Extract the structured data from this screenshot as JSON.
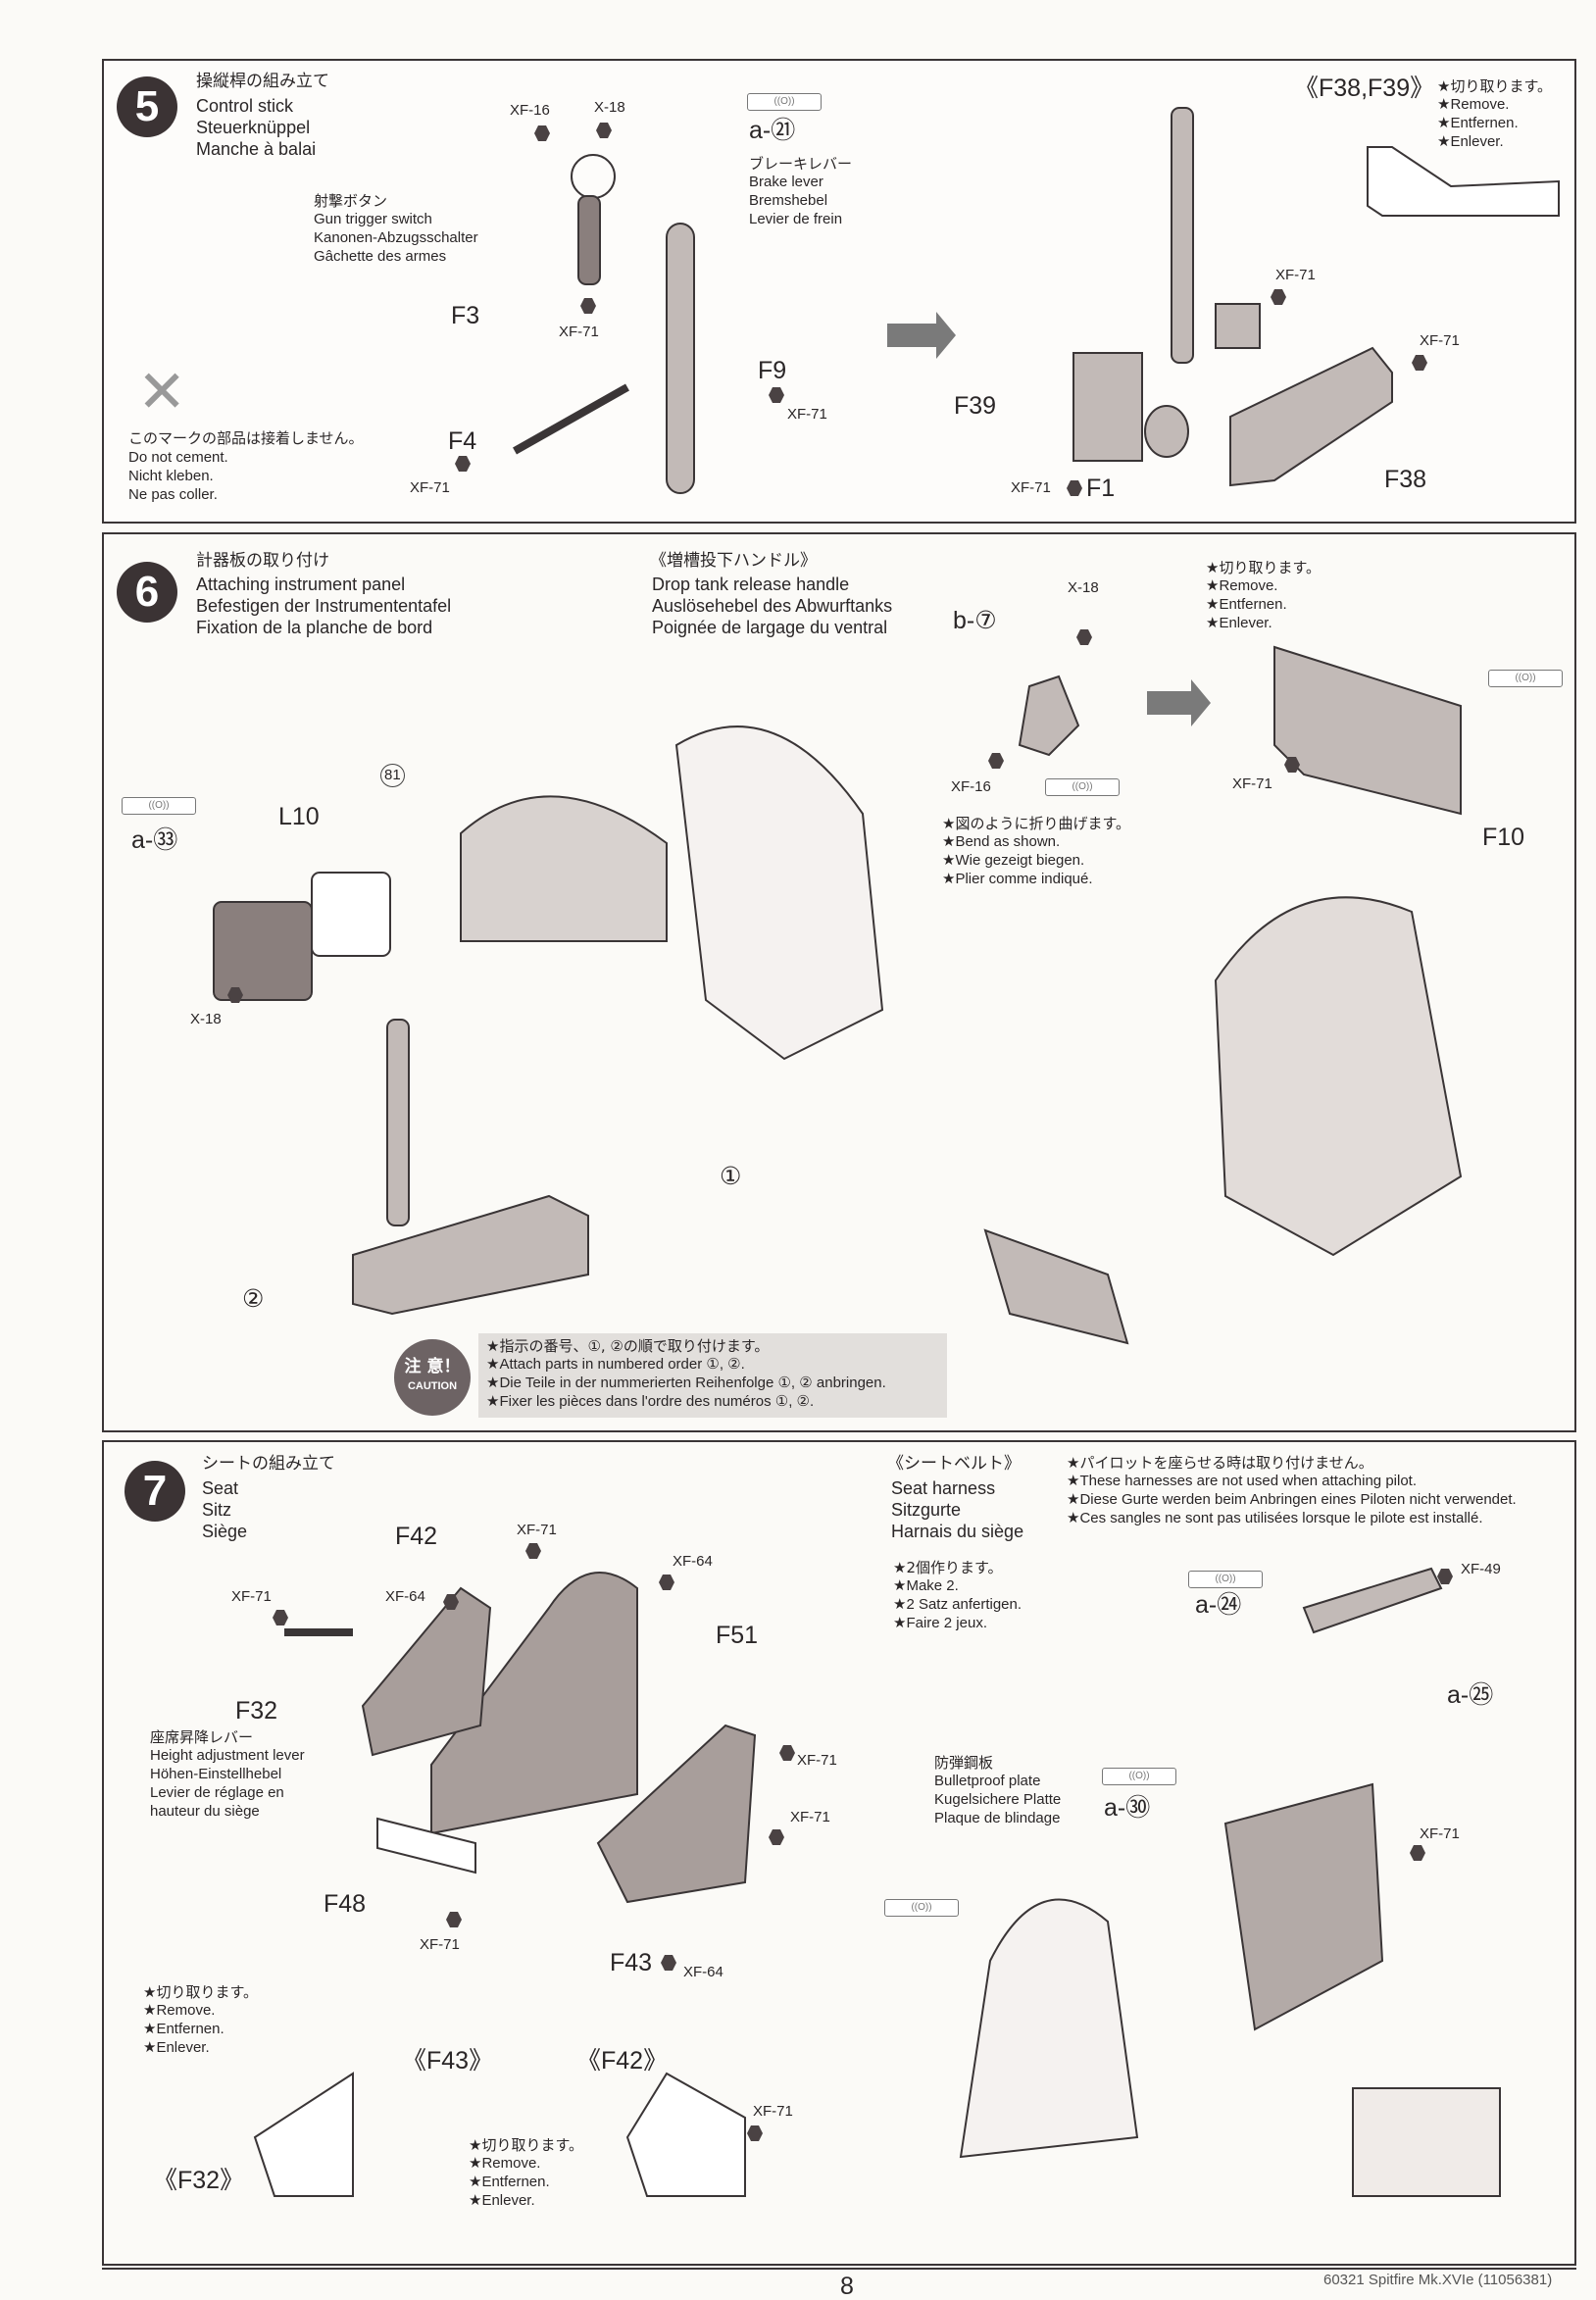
{
  "step5": {
    "number": "5",
    "title_jp": "操縦桿の組み立て",
    "title_en": "Control stick",
    "title_de": "Steuerknüppel",
    "title_fr": "Manche à balai",
    "gun_jp": "射撃ボタン",
    "gun_en": "Gun trigger switch",
    "gun_de": "Kanonen-Abzugsschalter",
    "gun_fr": "Gâchette des armes",
    "paint_xf16": "XF-16",
    "paint_x18": "X-18",
    "decal_a21": "a-㉑",
    "brake_jp": "ブレーキレバー",
    "brake_en": "Brake lever",
    "brake_de": "Bremshebel",
    "brake_fr": "Levier de frein",
    "part_f3": "F3",
    "part_f9": "F9",
    "part_f4": "F4",
    "part_f39": "F39",
    "part_f38": "F38",
    "part_f1": "F1",
    "xf71": "XF-71",
    "nocement_jp": "このマークの部品は接着しません。",
    "nocement_en": "Do not cement.",
    "nocement_de": "Nicht kleben.",
    "nocement_fr": "Ne pas coller.",
    "detail_title": "《F38,F39》",
    "remove_jp": "★切り取ります。",
    "remove_en": "★Remove.",
    "remove_de": "★Entfernen.",
    "remove_fr": "★Enlever."
  },
  "step6": {
    "number": "6",
    "title_jp": "計器板の取り付け",
    "title_en": "Attaching instrument panel",
    "title_de": "Befestigen der Instrumententafel",
    "title_fr": "Fixation de la planche de bord",
    "drop_jp": "《増槽投下ハンドル》",
    "drop_en": "Drop tank release handle",
    "drop_de": "Auslösehebel des Abwurftanks",
    "drop_fr": "Poignée de largage du ventral",
    "decal_b7": "b-⑦",
    "paint_x18": "X-18",
    "paint_xf16": "XF-16",
    "xf71": "XF-71",
    "bend_jp": "★図のように折り曲げます。",
    "bend_en": "★Bend as shown.",
    "bend_de": "★Wie gezeigt biegen.",
    "bend_fr": "★Plier comme indiqué.",
    "remove_jp": "★切り取ります。",
    "remove_en": "★Remove.",
    "remove_de": "★Entfernen.",
    "remove_fr": "★Enlever.",
    "part_f10": "F10",
    "part_l10": "L10",
    "decal_81": "81",
    "decal_a33": "a-㉝",
    "order1": "①",
    "order2": "②",
    "caution_jp_badge": "注 意！",
    "caution_badge": "CAUTION",
    "caution_jp": "★指示の番号、①, ②の順で取り付けます。",
    "caution_en": "★Attach parts in numbered order ①, ②.",
    "caution_de": "★Die Teile in der nummerierten Reihenfolge ①, ② anbringen.",
    "caution_fr": "★Fixer les pièces dans l'ordre des numéros ①, ②."
  },
  "step7": {
    "number": "7",
    "title_jp": "シートの組み立て",
    "title_en": "Seat",
    "title_de": "Sitz",
    "title_fr": "Siège",
    "part_f42": "F42",
    "part_f51": "F51",
    "part_f32": "F32",
    "part_f48": "F48",
    "part_f43": "F43",
    "xf71": "XF-71",
    "xf64": "XF-64",
    "xf49": "XF-49",
    "lever_jp": "座席昇降レバー",
    "lever_en": "Height adjustment lever",
    "lever_de": "Höhen-Einstellhebel",
    "lever_fr1": "Levier de réglage en",
    "lever_fr2": "hauteur du siège",
    "remove_jp": "★切り取ります。",
    "remove_en": "★Remove.",
    "remove_de": "★Entfernen.",
    "remove_fr": "★Enlever.",
    "detail_f43": "《F43》",
    "detail_f42": "《F42》",
    "detail_f32": "《F32》",
    "harness_jp": "《シートベルト》",
    "harness_en": "Seat harness",
    "harness_de": "Sitzgurte",
    "harness_fr": "Harnais du siège",
    "pilot_jp": "★パイロットを座らせる時は取り付けません。",
    "pilot_en": "★These harnesses are not used when attaching pilot.",
    "pilot_de": "★Diese Gurte werden beim Anbringen eines Piloten nicht verwendet.",
    "pilot_fr": "★Ces sangles ne sont pas utilisées lorsque le pilote est installé.",
    "make2_jp": "★2個作ります。",
    "make2_en": "★Make 2.",
    "make2_de": "★2 Satz anfertigen.",
    "make2_fr": "★Faire 2 jeux.",
    "decal_a24": "a-㉔",
    "decal_a25": "a-㉕",
    "decal_a30": "a-㉚",
    "plate_jp": "防弾鋼板",
    "plate_en": "Bulletproof plate",
    "plate_de": "Kugelsichere Platte",
    "plate_fr": "Plaque de blindage"
  },
  "footer": {
    "page_number": "8",
    "product": "60321  Spitfire Mk.XVIe (11056381)"
  },
  "colors": {
    "ink": "#2a2627",
    "part_fill": "#b8b0ad",
    "step_badge": "#3b3334"
  }
}
